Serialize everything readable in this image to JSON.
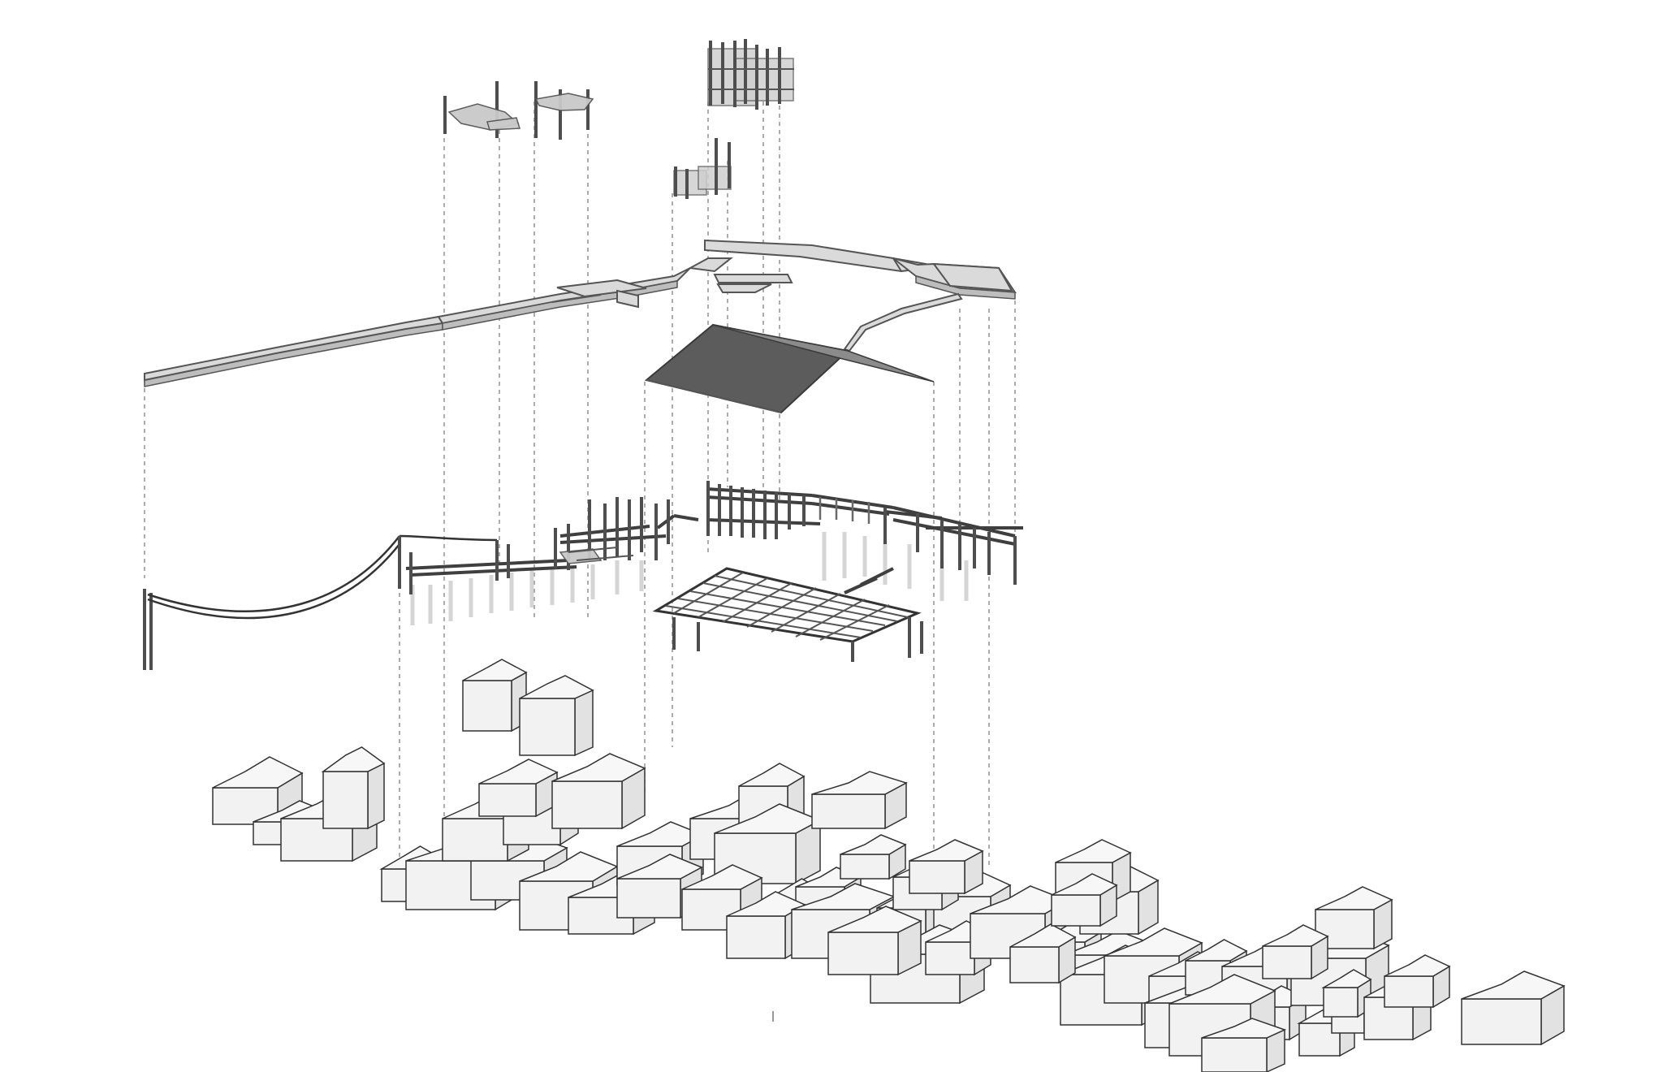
{
  "diagram": {
    "kind": "exploded axonometric",
    "colors": {
      "background": "#ffffff",
      "linework": "#333333",
      "roof_dark": "#5c5c5c",
      "walkway": "#dadada",
      "houses": "#f2f2f2"
    },
    "layers": [
      {
        "id": "sun-shades"
      },
      {
        "id": "screens"
      },
      {
        "id": "walkway-deck"
      },
      {
        "id": "roof-canopy"
      },
      {
        "id": "structural-frame"
      },
      {
        "id": "existing-village"
      }
    ]
  }
}
